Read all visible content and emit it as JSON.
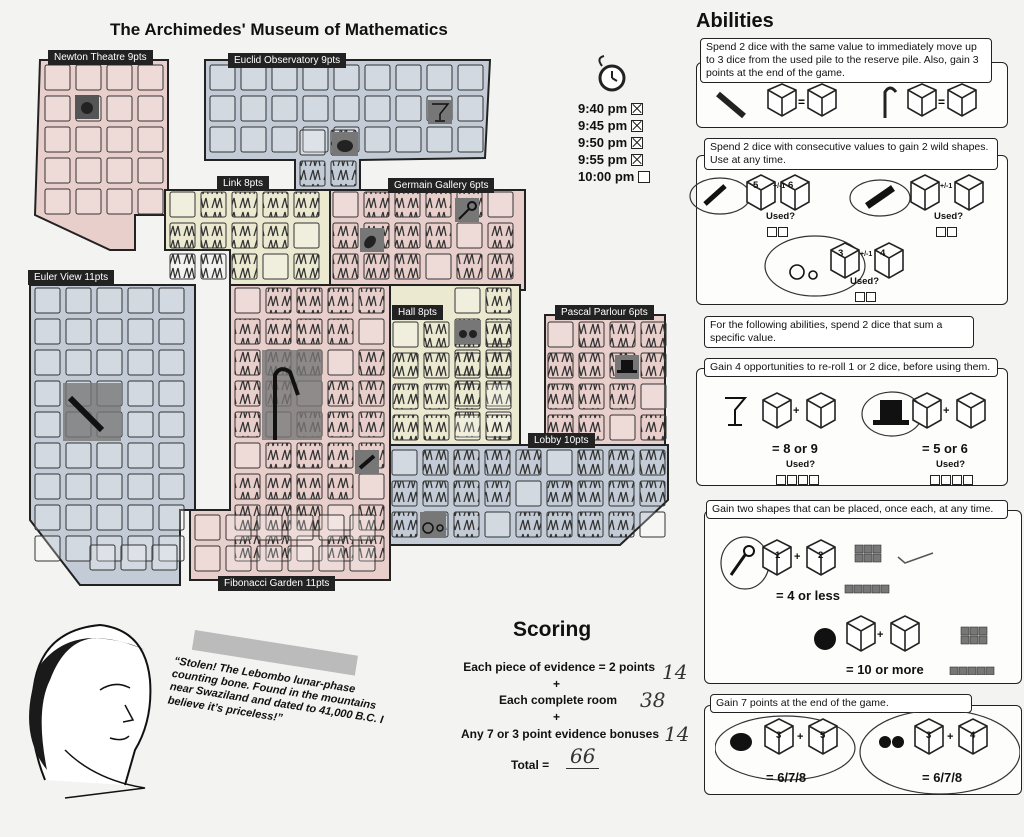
{
  "title": "The Archimedes' Museum of Mathematics",
  "colors": {
    "pink": "#e8cfcb",
    "blue": "#c3ccd6",
    "yellow": "#ebe9d0",
    "empty": "#efefef",
    "line": "#222222"
  },
  "rooms": [
    {
      "name": "Newton Theatre 9pts",
      "color": "pink"
    },
    {
      "name": "Euclid Observatory 9pts",
      "color": "blue"
    },
    {
      "name": "Link 8pts",
      "color": "yellow"
    },
    {
      "name": "Germain Gallery 6pts",
      "color": "pink"
    },
    {
      "name": "Euler View 11pts",
      "color": "blue"
    },
    {
      "name": "Hall 8pts",
      "color": "yellow"
    },
    {
      "name": "Pascal Parlour 6pts",
      "color": "pink"
    },
    {
      "name": "Lobby 10pts",
      "color": "blue"
    },
    {
      "name": "Fibonacci Garden 11pts",
      "color": "pink"
    }
  ],
  "clock": {
    "times": [
      {
        "label": "9:40 pm",
        "checked": true
      },
      {
        "label": "9:45 pm",
        "checked": true
      },
      {
        "label": "9:50 pm",
        "checked": true
      },
      {
        "label": "9:55 pm",
        "checked": true
      },
      {
        "label": "10:00 pm",
        "checked": false
      }
    ]
  },
  "abilities": {
    "title": "Abilities",
    "a1": {
      "text": "Spend 2 dice with the same value to immediately move up to 3 dice from the used pile to the reserve pile. Also, gain 3 points at the end of the game."
    },
    "a2": {
      "text": "Spend 2 dice with consecutive values to gain 2 wild shapes. Use at any time.",
      "used_label": "Used?",
      "pm_label": "+/-1",
      "die1": "5",
      "die2": "6",
      "die3": "3",
      "die4": "4"
    },
    "a3": {
      "text": "For the following abilities, spend 2 dice that sum a specific value."
    },
    "a4": {
      "text": "Gain 4 opportunities to re-roll 1 or 2 dice, before using them.",
      "left_sum": "= 8 or 9",
      "right_sum": "= 5 or 6",
      "used_label": "Used?"
    },
    "a5": {
      "text": "Gain two shapes that can be placed, once each, at any time.",
      "top_sum": "= 4 or less",
      "bottom_sum": "= 10 or more",
      "die1": "1",
      "die2": "2"
    },
    "a6": {
      "text": "Gain 7 points at the end of the game.",
      "left_sum": "= 6/7/8",
      "right_sum": "= 6/7/8",
      "die1": "3",
      "die2": "5",
      "die3": "3",
      "die4": "4"
    }
  },
  "quote": "“Stolen! The Lebombo lunar-phase counting bone. Found in the mountains near Swaziland and dated to 41,000 B.C. I believe it’s priceless!”",
  "scoring": {
    "title": "Scoring",
    "line1": "Each piece of evidence = 2 points",
    "line1_value": "14",
    "line2": "Each complete room",
    "line2_value": "38",
    "line3": "Any 7 or 3 point evidence bonuses",
    "line3_value": "14",
    "total_label": "Total =",
    "total_value": "66",
    "plus": "+"
  }
}
